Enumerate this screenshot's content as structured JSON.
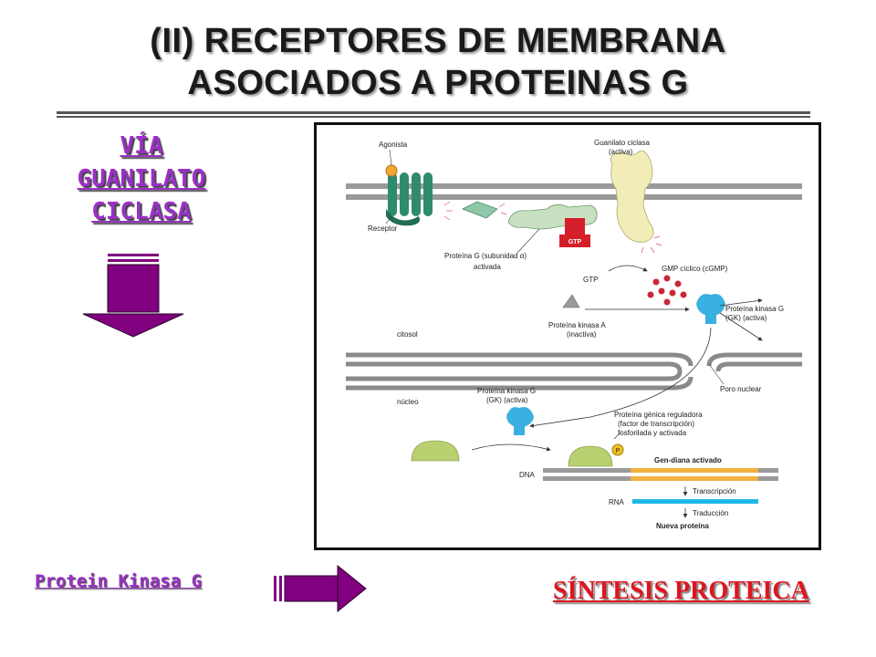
{
  "title": {
    "line1": "(II) RECEPTORES DE MEMBRANA",
    "line2": "ASOCIADOS A PROTEINAS G"
  },
  "via": {
    "line1": "VÍA",
    "line2": "GUANILATO",
    "line3": "CICLASA"
  },
  "bottom_left_label": "Protein Kinasa G",
  "bottom_right_label": "SÍNTESIS PROTEICA",
  "colors": {
    "arrow_purple": "#800080",
    "label_purple": "#9b30c8",
    "result_red": "#e0141e"
  },
  "figure": {
    "agonista": "Agonista",
    "receptor": "Receptor",
    "guanilato_ciclasa_1": "Guanilato ciclasa",
    "guanilato_ciclasa_2": "(activa)",
    "gtp_box": "GTP",
    "proteina_g_1": "Proteína G (subunidad α)",
    "proteina_g_2": "activada",
    "gtp": "GTP",
    "gmp": "GMP cíclico (cGMP)",
    "pka_1": "Proteína kinasa A",
    "pka_2": "(inactiva)",
    "pkg_top_1": "Proteína kinasa G",
    "pkg_top_2": "(GK) (activa)",
    "citosol": "citosol",
    "nucleo": "núcleo",
    "poro": "Poro nuclear",
    "pkg_mid_1": "Proteína kinasa G",
    "pkg_mid_2": "(GK) (activa)",
    "reg_1": "Proteína génica reguladora",
    "reg_2": "(factor de transcripción)",
    "reg_3": "fosforilada y activada",
    "p": "P",
    "gen": "Gen-diana activado",
    "dna": "DNA",
    "transcripcion": "Transcripción",
    "rna": "RNA",
    "traduccion": "Traducción",
    "nueva": "Nueva proteína"
  }
}
